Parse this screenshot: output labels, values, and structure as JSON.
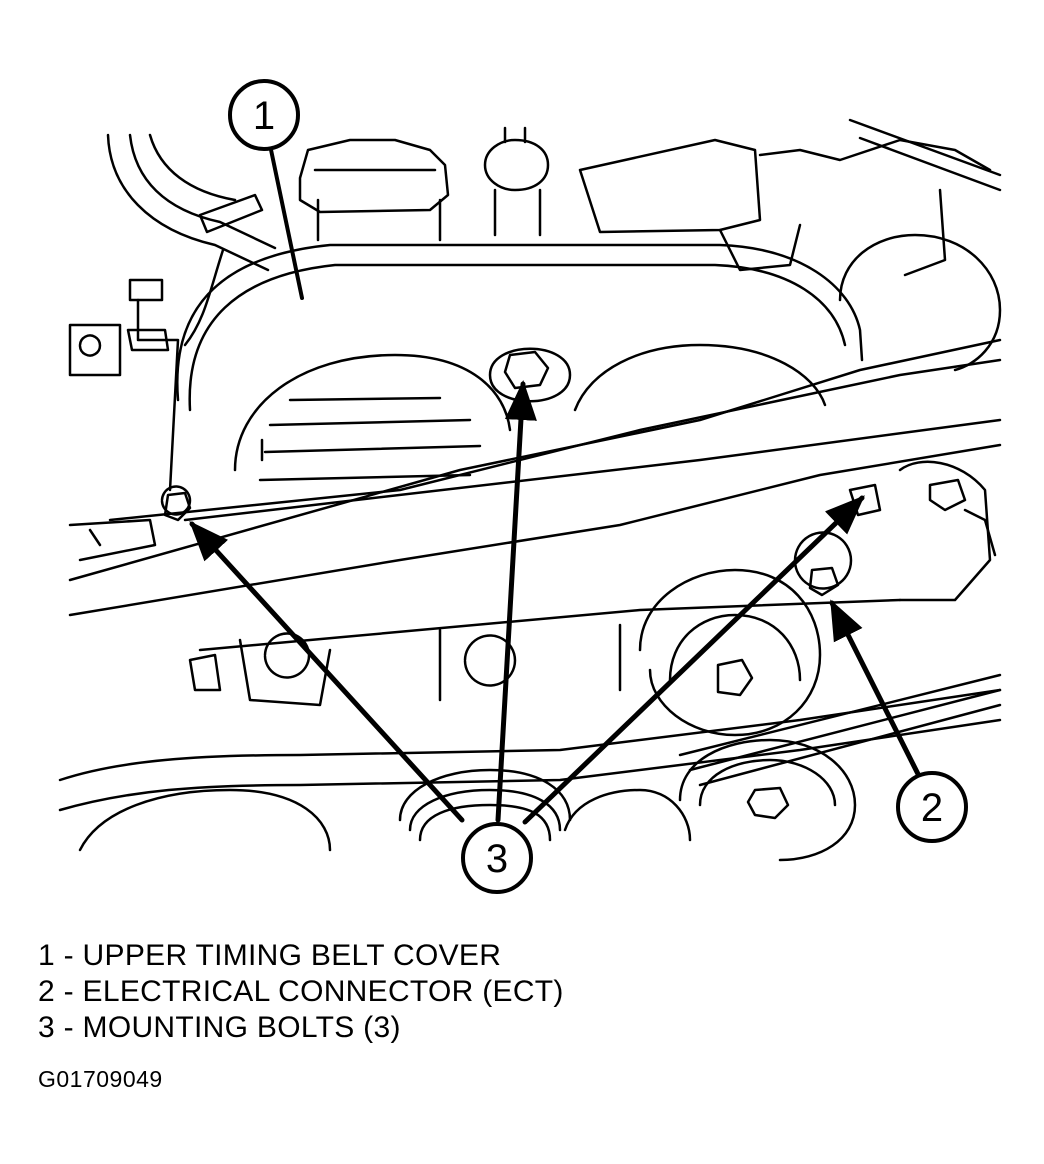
{
  "callouts": [
    {
      "number": "1",
      "target": "upper-timing-belt-cover"
    },
    {
      "number": "2",
      "target": "electrical-connector"
    },
    {
      "number": "3",
      "target": "mounting-bolts"
    }
  ],
  "legend": [
    "1 - UPPER TIMING BELT COVER",
    "2 - ELECTRICAL CONNECTOR (ECT)",
    "3 - MOUNTING BOLTS (3)"
  ],
  "figure_id": "G01709049",
  "colors": {
    "ink": "#000000",
    "paper": "#ffffff",
    "cover_fill": "#f7f7f7"
  }
}
